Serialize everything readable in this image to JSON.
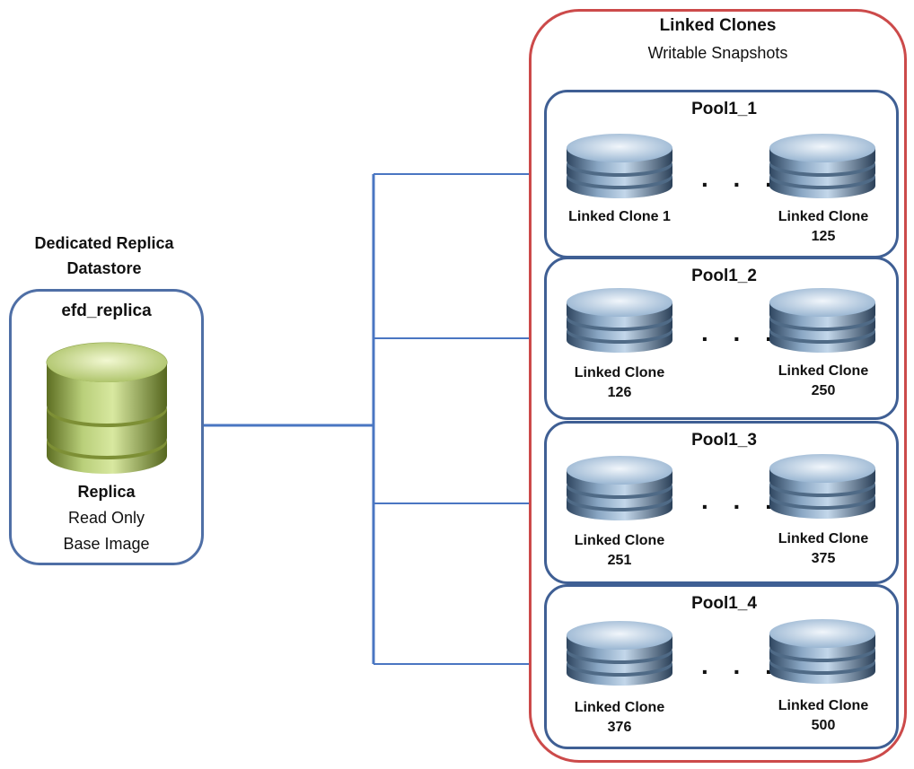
{
  "replica": {
    "heading_line1": "Dedicated Replica",
    "heading_line2": "Datastore",
    "datastore_name": "efd_replica",
    "title": "Replica",
    "line2": "Read Only",
    "line3": "Base Image"
  },
  "linked_clones": {
    "title": "Linked Clones",
    "subtitle": "Writable Snapshots",
    "ellipsis": ". . .",
    "pools": [
      {
        "name": "Pool1_1",
        "first_label": "Linked Clone 1",
        "first_number": "",
        "last_label": "Linked Clone",
        "last_number": "125"
      },
      {
        "name": "Pool1_2",
        "first_label": "Linked Clone",
        "first_number": "126",
        "last_label": "Linked Clone",
        "last_number": "250"
      },
      {
        "name": "Pool1_3",
        "first_label": "Linked Clone",
        "first_number": "251",
        "last_label": "Linked Clone",
        "last_number": "375"
      },
      {
        "name": "Pool1_4",
        "first_label": "Linked Clone",
        "first_number": "376",
        "last_label": "Linked Clone",
        "last_number": "500"
      }
    ]
  },
  "colors": {
    "replica_border": "#4f6fa6",
    "container_border": "#cc4a4a",
    "pool_border": "#3f5f94",
    "connector": "#4a76c2",
    "replica_disk": "#a8c060",
    "clone_disk": "#9ab8d6"
  }
}
